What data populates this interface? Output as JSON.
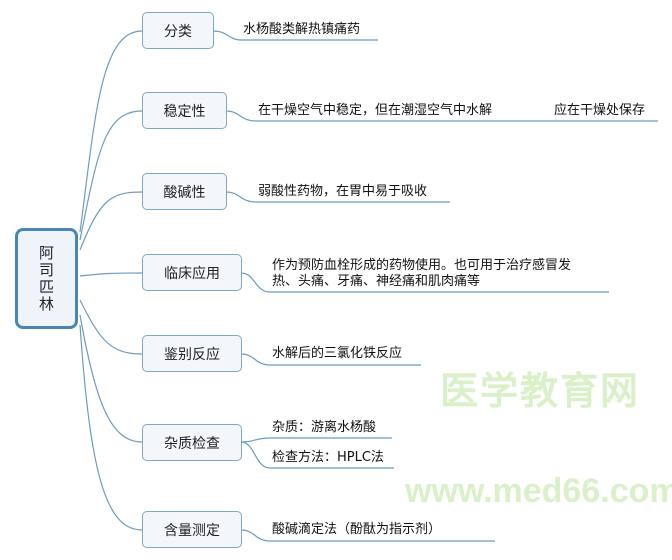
{
  "root": {
    "label": "阿司匹林"
  },
  "watermark": {
    "line1": "医学教育网",
    "line2": "www.med66.com"
  },
  "branches": [
    {
      "label": "分类",
      "leaves": [
        "水杨酸类解热镇痛药"
      ]
    },
    {
      "label": "稳定性",
      "leaves": [
        "在干燥空气中稳定，但在潮湿空气中水解",
        "应在干燥处保存"
      ]
    },
    {
      "label": "酸碱性",
      "leaves": [
        "弱酸性药物，在胃中易于吸收"
      ]
    },
    {
      "label": "临床应用",
      "leaves": [
        "作为预防血栓形成的药物使用。也可用于治疗感冒发",
        "热、头痛、牙痛、神经痛和肌肉痛等"
      ]
    },
    {
      "label": "鉴别反应",
      "leaves": [
        "水解后的三氯化铁反应"
      ]
    },
    {
      "label": "杂质检查",
      "leaves": [
        "杂质：游离水杨酸",
        "检查方法：HPLC法"
      ]
    },
    {
      "label": "含量测定",
      "leaves": [
        "酸碱滴定法（酚酞为指示剂）"
      ]
    }
  ],
  "colors": {
    "line": "#6b9cc2",
    "root_border": "#4a86b4",
    "watermark": "#d9f0c8"
  }
}
